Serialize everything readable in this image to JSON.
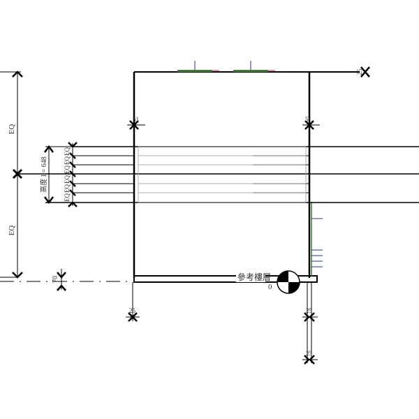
{
  "drawing": {
    "overall_dims": {
      "upper": "EQ",
      "lower": "EQ"
    },
    "height_dim": "高度 I = 648",
    "eq_labels": [
      "EQ",
      "EQ",
      "EQ",
      "EQ",
      "EQ",
      "EQ"
    ],
    "offset_dim": "70",
    "left_wall_dim": "51",
    "right_wall_dim": "51",
    "top_dim": "25",
    "bottom_left_dim": "25",
    "bottom_right_dim": "25",
    "bottom_right_dim2": "25",
    "level_name": "參考樓層",
    "level_value": "0"
  },
  "colors": {
    "line": "#000000",
    "green": "#3a7d2a",
    "blue": "#1a2fb0",
    "red": "#d02020",
    "gray": "#999999"
  }
}
